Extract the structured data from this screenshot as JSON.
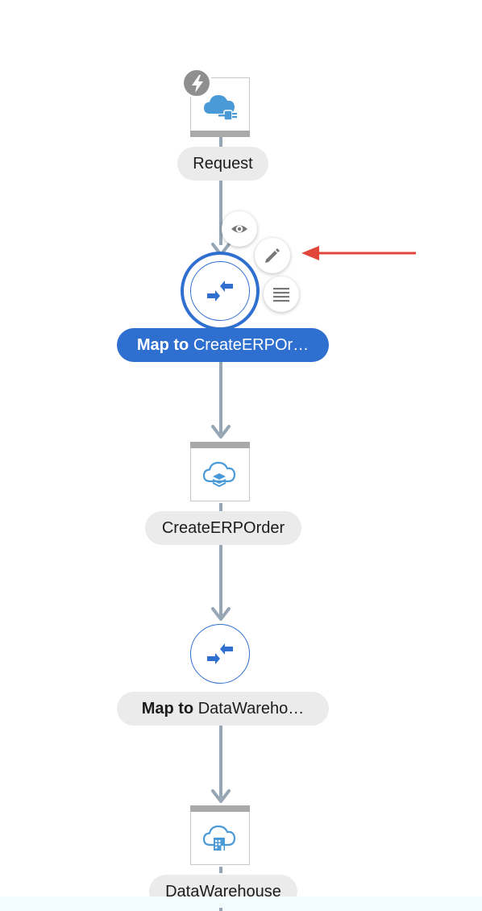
{
  "flow": {
    "nodes": [
      {
        "label": "Request",
        "icon": "cloud-plug-icon",
        "trigger_icon": "lightning-icon"
      },
      {
        "label_bold": "Map to",
        "label_rest": "CreateERPOr…",
        "icon": "map-arrows-icon",
        "selected": true
      },
      {
        "label": "CreateERPOrder",
        "icon": "cloud-layers-icon"
      },
      {
        "label_bold": "Map to",
        "label_rest": "DataWareho…",
        "icon": "map-arrows-icon",
        "selected": false
      },
      {
        "label": "DataWarehouse",
        "icon": "cloud-building-icon"
      }
    ],
    "actions": [
      {
        "name": "view",
        "icon": "eye-icon"
      },
      {
        "name": "edit",
        "icon": "pencil-icon"
      },
      {
        "name": "more",
        "icon": "lines-menu-icon"
      }
    ]
  },
  "colors": {
    "accent": "#2f6fd0",
    "connector": "#97a6b5",
    "pill_bg": "#ebebeb",
    "annotation_arrow": "#e0463a",
    "cloud_icon": "#4a9ad8"
  }
}
